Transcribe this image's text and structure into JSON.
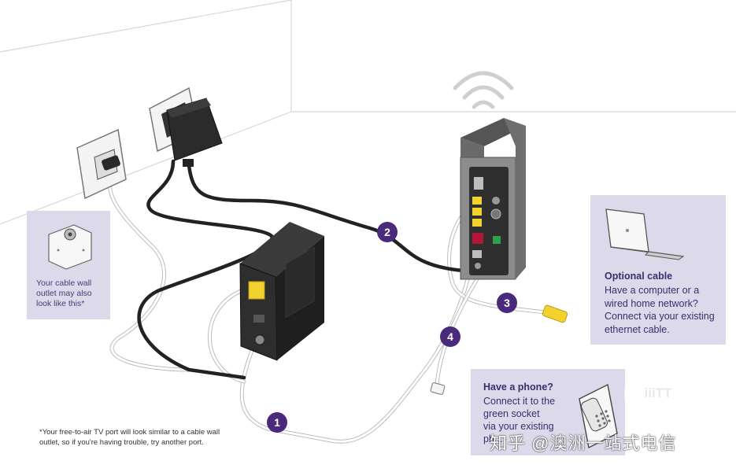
{
  "steps": [
    "1",
    "2",
    "3",
    "4"
  ],
  "cable_outlet_note": "Your cable wall outlet may also look like this*",
  "optional_cable": {
    "title": "Optional cable",
    "text": "Have a computer or a wired home network? Connect via your existing ethernet cable."
  },
  "phone": {
    "title": "Have a phone?",
    "text": "Connect it to the\ngreen socket\nvia your existing\nph..."
  },
  "footnote": "*Your free-to-air TV port will look similar to a cable wall outlet, so if you're having trouble, try another port.",
  "watermark": "知乎 @澳洲一站式电信",
  "stamp": "iiiTT",
  "colors": {
    "accent": "#4a2a7a",
    "callout_bg": "#dcd9ea",
    "lan_yellow": "#f2d22e",
    "phone_green": "#2fa04a"
  }
}
